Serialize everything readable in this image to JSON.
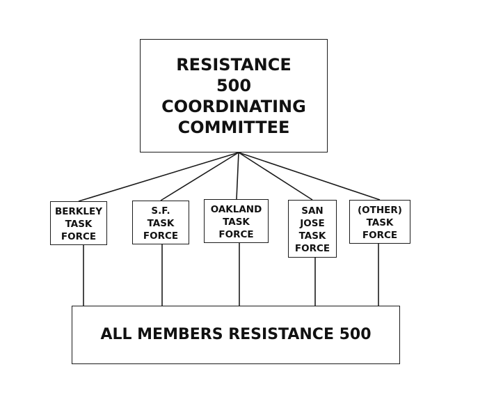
{
  "diagram": {
    "top_box": {
      "label": "RESISTANCE\n500\nCOORDINATING\nCOMMITTEE"
    },
    "task_forces": [
      {
        "label": "BERKLEY\nTASK\nFORCE"
      },
      {
        "label": "S.F.\nTASK\nFORCE"
      },
      {
        "label": "OAKLAND\nTASK\nFORCE"
      },
      {
        "label": "SAN\nJOSE\nTASK\nFORCE"
      },
      {
        "label": "(OTHER)\nTASK\nFORCE"
      }
    ],
    "bottom_box": {
      "label": "ALL MEMBERS RESISTANCE 500"
    }
  }
}
